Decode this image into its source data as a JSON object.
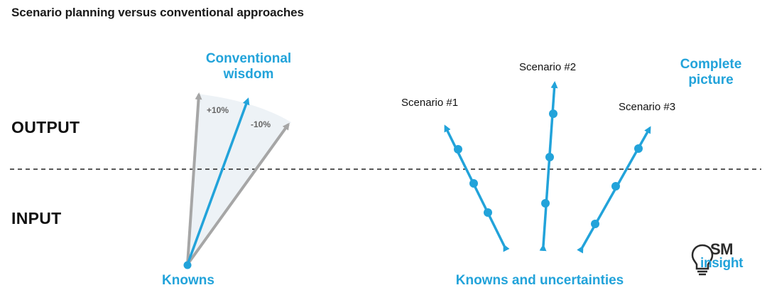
{
  "title": "Scenario planning versus conventional approaches",
  "labels": {
    "output": "OUTPUT",
    "input": "INPUT"
  },
  "left": {
    "heading": "Conventional wisdom",
    "plus": "+10%",
    "minus": "-10%",
    "base": "Knowns"
  },
  "right": {
    "heading": "Complete picture",
    "scenarios": [
      "Scenario #1",
      "Scenario #2",
      "Scenario #3"
    ],
    "base": "Knowns and uncertainties"
  },
  "logo": {
    "line1": "SM",
    "line2": "insight"
  },
  "colors": {
    "accent": "#22a3da",
    "grey_arrow": "#a6a6a6",
    "fan_fill": "#eaf0f5"
  }
}
